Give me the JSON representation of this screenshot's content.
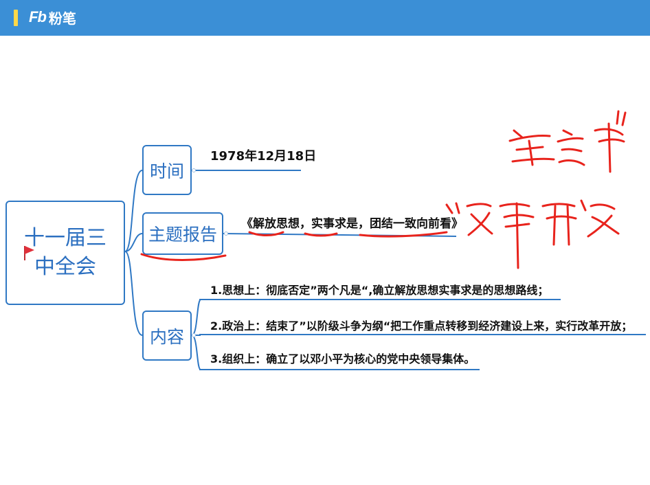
{
  "header": {
    "logo_mark": "Fb",
    "logo_text": "粉笔",
    "brand_color": "#3b8fd6"
  },
  "mindmap": {
    "root_line1": "十一届三",
    "root_line2": "中全会",
    "branches": {
      "time": {
        "label": "时间",
        "value": "1978年12月18日"
      },
      "topic": {
        "label": "主题报告",
        "value": "《解放思想，实事求是，团结一致向前看》"
      },
      "content": {
        "label": "内容",
        "items": [
          "1.思想上：彻底否定”两个凡是“,确立解放思想实事求是的思想路线；",
          "2.政治上：结束了”以阶级斗争为纲“把工作重点转移到经济建设上来，实行改革开放；",
          "3.组织上：确立了以邓小平为核心的党中央领导集体。"
        ]
      }
    },
    "node_color": "#2f78c4",
    "flag_color": "#e0303a"
  },
  "annotations": {
    "ink_color": "#e8231c"
  }
}
